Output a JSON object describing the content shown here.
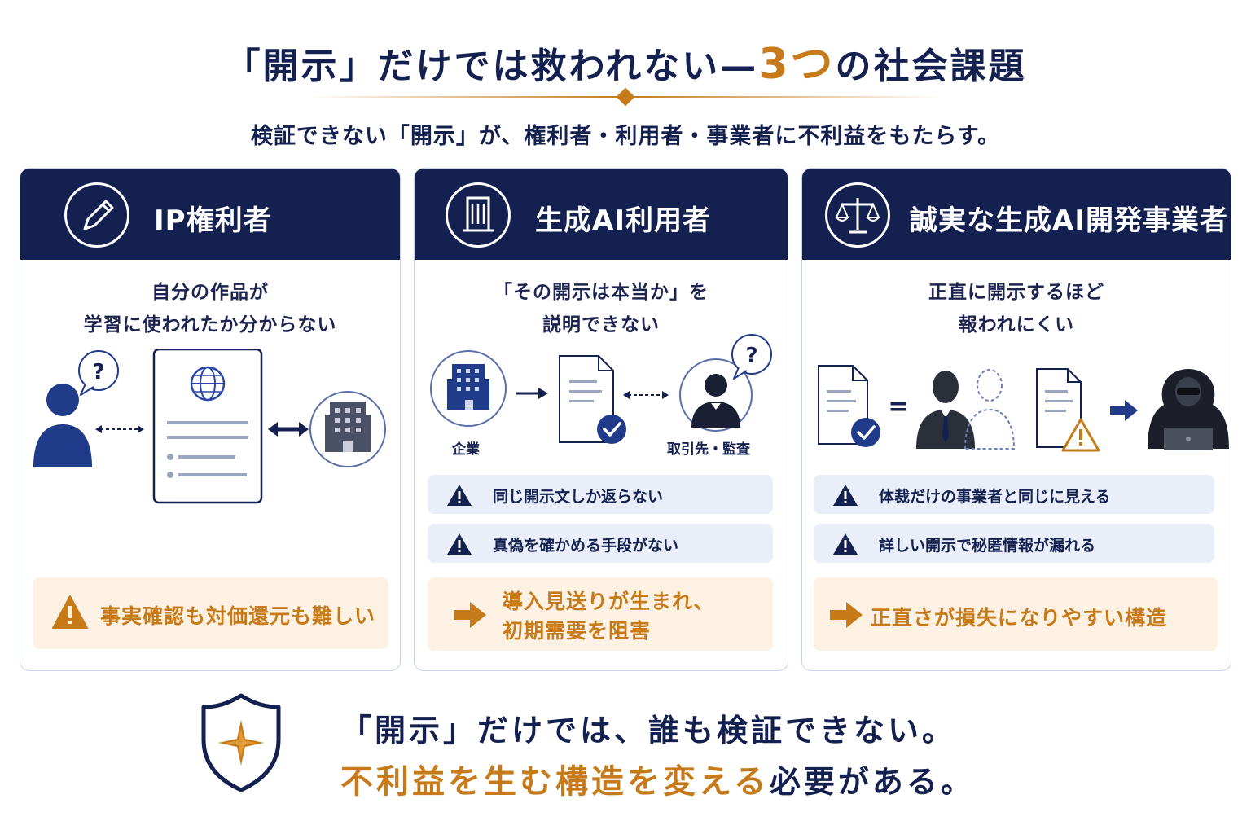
{
  "header": {
    "title_prefix": "「開示」だけでは救われない—",
    "title_number": "3つ",
    "title_suffix": "の社会課題",
    "subtitle": "検証できない「開示」が、権利者・利用者・事業者に不利益をもたらす。"
  },
  "cards": [
    {
      "icon": "pen-icon",
      "title": "IP権利者",
      "subtitle_lines": [
        "自分の作品が",
        "学習に使われたか分からない"
      ],
      "question_mark": "?",
      "result": "事実確認も対価還元も難しい"
    },
    {
      "icon": "building-icon",
      "title": "生成AI利用者",
      "subtitle_lines": [
        "「その開示は本当か」を",
        "説明できない"
      ],
      "label_company": "企業",
      "label_partner": "取引先・監査",
      "question_mark": "?",
      "warnings": [
        "同じ開示文しか返らない",
        "真偽を確かめる手段がない"
      ],
      "result_lines": [
        "導入見送りが生まれ、",
        "初期需要を阻害"
      ]
    },
    {
      "icon": "scales-icon",
      "title": "誠実な生成AI開発事業者",
      "subtitle_lines": [
        "正直に開示するほど",
        "報われにくい"
      ],
      "equals_sign": "=",
      "warnings": [
        "体裁だけの事業者と同じに見える",
        "詳しい開示で秘匿情報が漏れる"
      ],
      "result": "正直さが損失になりやすい構造"
    }
  ],
  "footer": {
    "line1": "「開示」だけでは、誰も検証できない。",
    "line2_highlight": "不利益を生む構造を変える",
    "line2_rest": "必要がある。"
  },
  "colors": {
    "navy": "#14204f",
    "accent": "#c67a1a",
    "light_blue": "#e9eef8",
    "light_orange": "#fcf1e2"
  }
}
